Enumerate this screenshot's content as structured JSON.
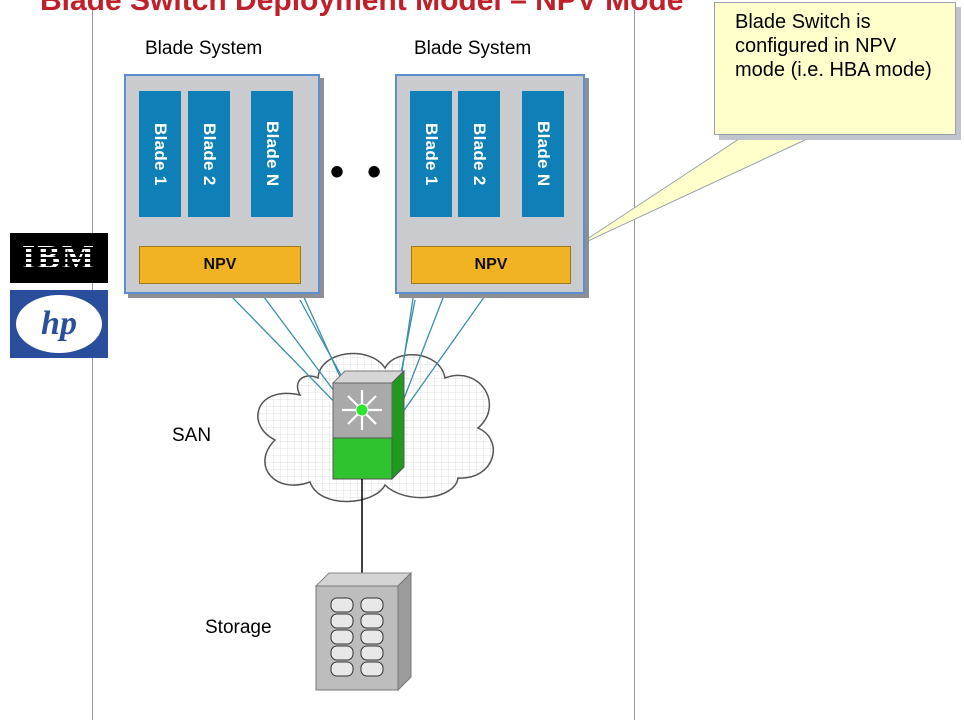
{
  "title": "Blade Switch Deployment Model – NPV Mode",
  "blade_systems": [
    {
      "label": "Blade System",
      "blades": [
        {
          "label": "Blade 1"
        },
        {
          "label": "Blade 2"
        },
        {
          "label": "Blade N"
        }
      ],
      "npv_label": "NPV"
    },
    {
      "label": "Blade System",
      "blades": [
        {
          "label": "Blade 1"
        },
        {
          "label": "Blade 2"
        },
        {
          "label": "Blade N"
        }
      ],
      "npv_label": "NPV"
    }
  ],
  "ellipsis": "• • •",
  "callout": {
    "text": "Blade Switch is configured in NPV mode (i.e. HBA mode)"
  },
  "san_label": "SAN",
  "storage_label": "Storage",
  "vendor_logos": [
    {
      "name": "IBM",
      "text": "IBM"
    },
    {
      "name": "hp",
      "text": "hp"
    }
  ],
  "colors": {
    "blade": "#0e7fb7",
    "npv": "#f2b323",
    "chassis": "#c9cbcf",
    "switch_green": "#2fc42f",
    "link": "#3a8fa8",
    "title_red": "#c0202a",
    "callout_bg": "#ffffcc"
  }
}
